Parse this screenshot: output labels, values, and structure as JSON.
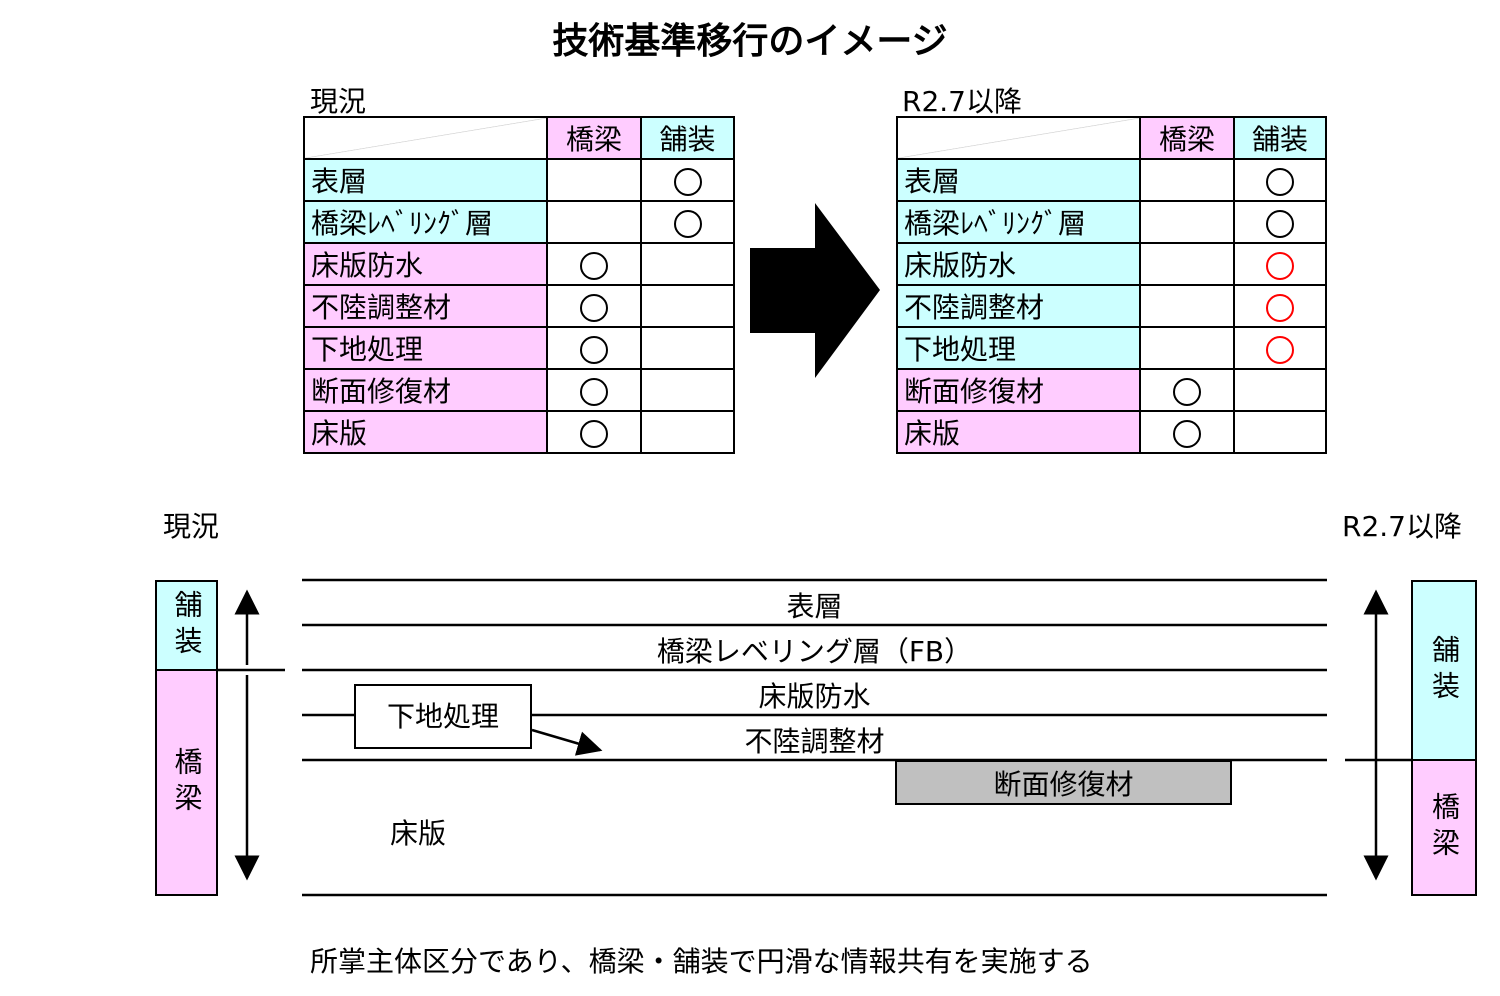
{
  "title": "技術基準移行のイメージ",
  "colors": {
    "paving": "#ccffff",
    "bridge": "#ffccff",
    "new_mark": "#ff0000",
    "repair_box": "#c0c0c0"
  },
  "current_table": {
    "caption": "現況",
    "headers": [
      "橋梁",
      "舗装"
    ],
    "rows": [
      {
        "label": "表層",
        "bridge": false,
        "paving": true,
        "owner": "paving"
      },
      {
        "label": "橋梁ﾚﾍﾞﾘﾝｸﾞ層",
        "bridge": false,
        "paving": true,
        "owner": "paving"
      },
      {
        "label": "床版防水",
        "bridge": true,
        "paving": false,
        "owner": "bridge"
      },
      {
        "label": "不陸調整材",
        "bridge": true,
        "paving": false,
        "owner": "bridge"
      },
      {
        "label": "下地処理",
        "bridge": true,
        "paving": false,
        "owner": "bridge"
      },
      {
        "label": "断面修復材",
        "bridge": true,
        "paving": false,
        "owner": "bridge"
      },
      {
        "label": "床版",
        "bridge": true,
        "paving": false,
        "owner": "bridge"
      }
    ]
  },
  "future_table": {
    "caption": "R2.7以降",
    "headers": [
      "橋梁",
      "舗装"
    ],
    "rows": [
      {
        "label": "表層",
        "bridge": false,
        "paving": true,
        "new": false,
        "owner": "paving"
      },
      {
        "label": "橋梁ﾚﾍﾞﾘﾝｸﾞ層",
        "bridge": false,
        "paving": true,
        "new": false,
        "owner": "paving"
      },
      {
        "label": "床版防水",
        "bridge": false,
        "paving": true,
        "new": true,
        "owner": "paving"
      },
      {
        "label": "不陸調整材",
        "bridge": false,
        "paving": true,
        "new": true,
        "owner": "paving"
      },
      {
        "label": "下地処理",
        "bridge": false,
        "paving": true,
        "new": true,
        "owner": "paving"
      },
      {
        "label": "断面修復材",
        "bridge": true,
        "paving": false,
        "new": false,
        "owner": "bridge"
      },
      {
        "label": "床版",
        "bridge": true,
        "paving": false,
        "new": false,
        "owner": "bridge"
      }
    ]
  },
  "section": {
    "left_caption": "現況",
    "right_caption": "R2.7以降",
    "paving_label": "舗装",
    "bridge_label": "橋梁",
    "layers": {
      "surface": "表層",
      "leveling": "橋梁レベリング層（FB）",
      "waterproof": "床版防水",
      "adjust": "不陸調整材",
      "repair": "断面修復材",
      "deck": "床版"
    },
    "callout": "下地処理"
  },
  "footer": "所掌主体区分であり、橋梁・舗装で円滑な情報共有を実施する"
}
